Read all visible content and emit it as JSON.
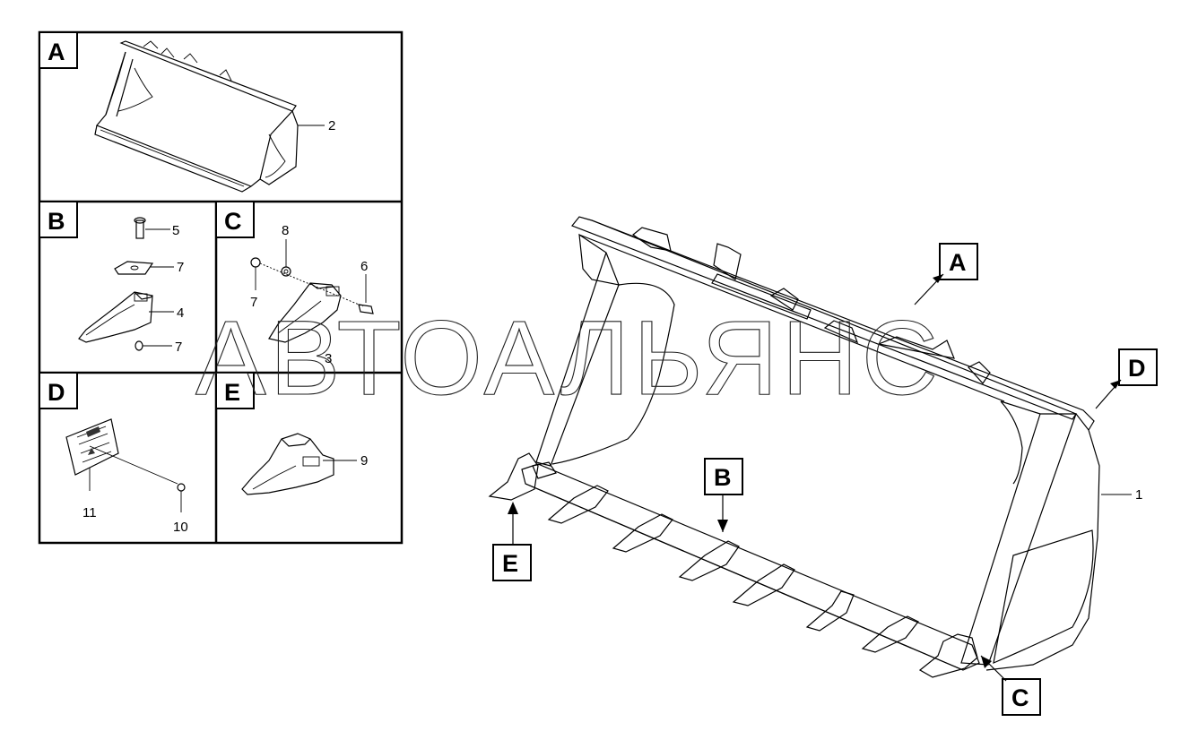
{
  "watermark": "АВТОАЛЬЯНС",
  "panels": {
    "a": {
      "letter": "A",
      "callouts": [
        "2"
      ]
    },
    "b": {
      "letter": "B",
      "callouts": [
        "5",
        "7",
        "4",
        "7"
      ]
    },
    "c": {
      "letter": "C",
      "callouts": [
        "8",
        "6",
        "7",
        "3"
      ]
    },
    "d": {
      "letter": "D",
      "callouts": [
        "11",
        "10"
      ]
    },
    "e": {
      "letter": "E",
      "callouts": [
        "9"
      ]
    }
  },
  "main": {
    "callout": "1",
    "labels": [
      "A",
      "B",
      "C",
      "D",
      "E"
    ]
  }
}
